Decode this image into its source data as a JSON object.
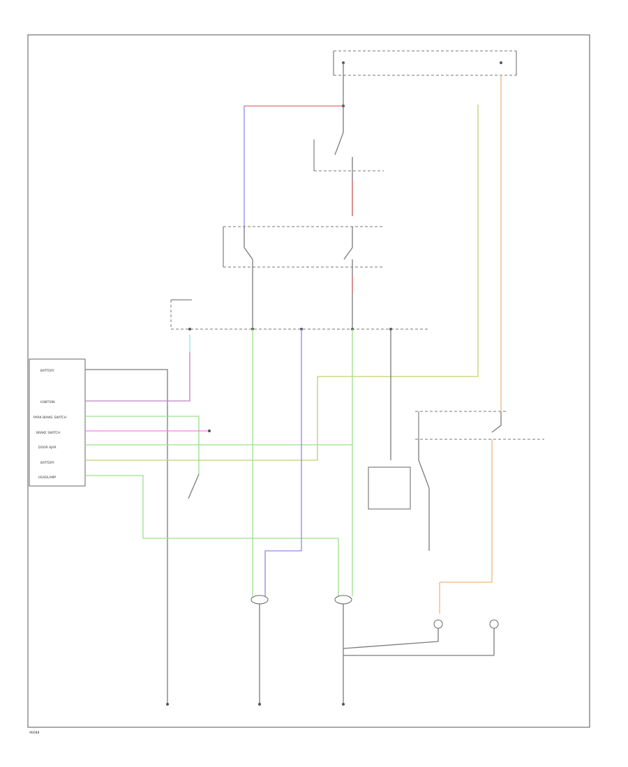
{
  "wire_colors": {
    "black": "#7a7a7a",
    "red": "#e06a6a",
    "blue": "#8a8ae6",
    "green": "#9ae08a",
    "orange": "#f2b47a",
    "pink": "#f080f0",
    "cyan": "#80e8f0",
    "olive": "#c0d070"
  },
  "module_pins": [
    {
      "name": "BATTERY"
    },
    {
      "name": "IGNITION"
    },
    {
      "name": "PARK BRAKE SWITCH"
    },
    {
      "name": "BRAKE SWITCH"
    },
    {
      "name": "DOOR AJAR"
    },
    {
      "name": "BATTERY"
    },
    {
      "name": "HEADLAMP"
    }
  ],
  "footer_code": "96088"
}
